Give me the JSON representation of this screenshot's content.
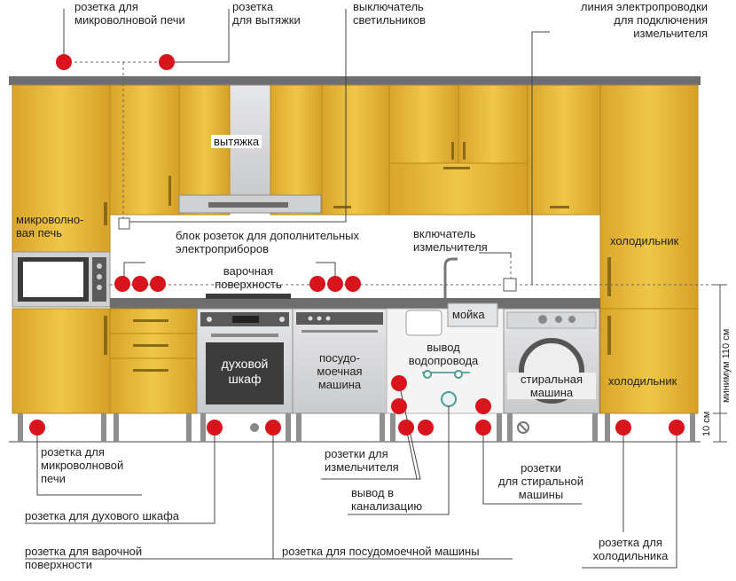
{
  "colors": {
    "cabinet": "#e7b734",
    "cabinet_dark": "#c99a22",
    "counter": "#6e6e6e",
    "appliance": "#d9dadc",
    "socket": "#d8141d",
    "line": "#444444",
    "panel_dark": "#3b3b3b"
  },
  "labels": {
    "top_microwave": "розетка для\nмикроволновой печи",
    "top_hood": "розетка\nдля вытяжки",
    "top_switch": "выключатель\nсветильников",
    "top_grinder_line": "линия электропроводки\nдля подключения\nизмельчителя",
    "hood": "вытяжка",
    "microwave": "микроволно-\nвая печь",
    "socket_block": "блок розеток для дополнительных\nэлектроприборов",
    "grinder_switch": "включатель\nизмельчителя",
    "fridge_top": "холодильник",
    "hob": "варочная\nповерхность",
    "sink": "мойка",
    "water_out": "вывод\nводопровода",
    "oven": "духовой\nшкаф",
    "dishwasher": "посудо-\nмоечная\nмашина",
    "washer": "стиральная\nмашина",
    "fridge_bottom": "холодильник",
    "dim_min": "минимум 110 см",
    "dim_10": "10 см",
    "bot_microwave": "розетка для\nмикроволновой\nпечи",
    "bot_oven": "розетка для духового шкафа",
    "bot_hob": "розетка для варочной\nповерхности",
    "bot_grinder": "розетки для\nизмельчителя",
    "bot_drain": "вывод в\nканализацию",
    "bot_dishwasher": "розетка для посудомоечной машины",
    "bot_washer": "розетки\nдля стиральной\nмашины",
    "bot_fridge": "розетка для\nхолодильника"
  }
}
